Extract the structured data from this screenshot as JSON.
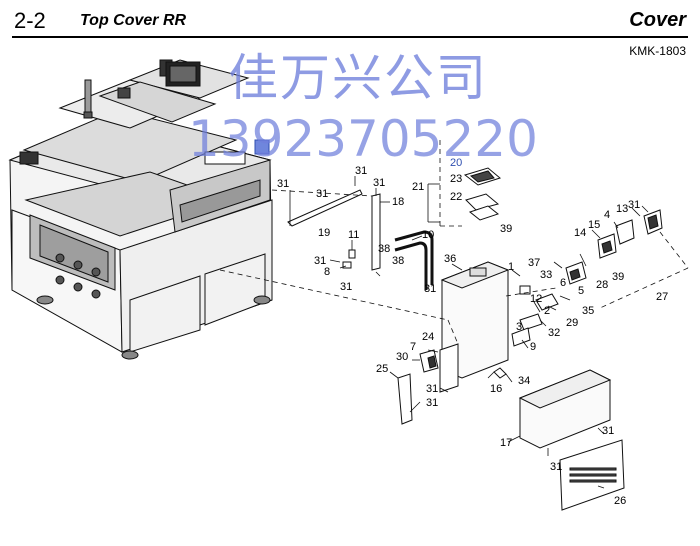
{
  "header": {
    "section": "2-2",
    "title": "Top Cover RR",
    "category": "Cover",
    "code": "KMK-1803"
  },
  "watermark": {
    "line1": "佳万兴公司",
    "line2": "13923705220",
    "color": "#6f7fdc"
  },
  "callouts": [
    "31",
    "31",
    "31",
    "31",
    "19",
    "18",
    "11",
    "31",
    "8",
    "31",
    "38",
    "38",
    "10",
    "31",
    "36",
    "1",
    "20",
    "23",
    "22",
    "21",
    "39",
    "31",
    "13",
    "4",
    "15",
    "14",
    "37",
    "33",
    "6",
    "39",
    "28",
    "5",
    "27",
    "12",
    "2",
    "29",
    "35",
    "32",
    "3",
    "9",
    "24",
    "7",
    "30",
    "25",
    "31",
    "31",
    "16",
    "34",
    "17",
    "31",
    "26"
  ]
}
